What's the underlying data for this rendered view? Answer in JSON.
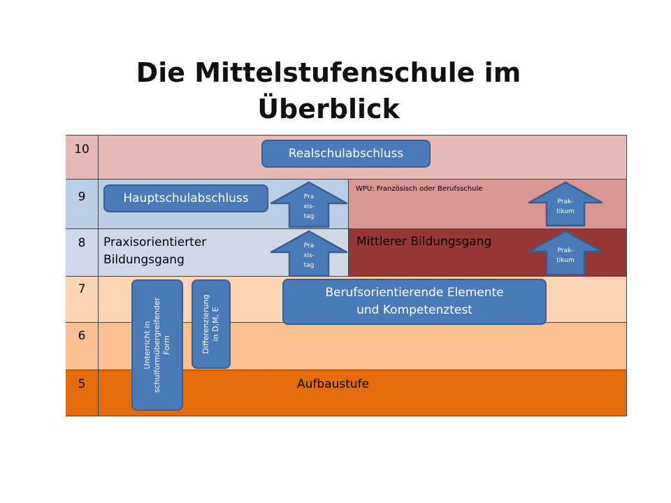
{
  "title": {
    "line1": "Die Mittelstufenschule im",
    "line2": "Überblick"
  },
  "grades": [
    "10",
    "9",
    "8",
    "7",
    "6",
    "5"
  ],
  "cells": {
    "wpu_note": "WPU: Französisch oder Berufsschule",
    "praxis_track_line1": "Praxisorientierter",
    "praxis_track_line2": "Bildungsgang",
    "mittlerer_track": "Mittlerer Bildungsgang",
    "aufbaustufe": "Aufbaustufe"
  },
  "labels": {
    "realschulabschluss": "Realschulabschluss",
    "hauptschulabschluss": "Hauptschulabschluss",
    "berufsorientierende_line1": "Berufsorientierende Elemente",
    "berufsorientierende_line2": "und Kompetenztest",
    "unterricht": [
      "Unterricht in",
      "schulformübergreifender",
      "Form"
    ],
    "differenzierung": [
      "Differenzierung",
      "in D,M, E"
    ]
  },
  "arrows": {
    "praxistag": [
      "Pra",
      "xis-",
      "tag"
    ],
    "praktikum": [
      "Prak-",
      "tikum"
    ]
  },
  "colors": {
    "row10": "#e6b9b8",
    "row9_left": "#b9cde5",
    "row9_right": "#d99694",
    "row8_left": "#d0d8e8",
    "row8_right": "#953735",
    "row7": "#fcd5b5",
    "row6": "#fac090",
    "row5": "#e46c0a",
    "label_fill": "#4a7ab8",
    "label_border": "#3b5e8c"
  }
}
